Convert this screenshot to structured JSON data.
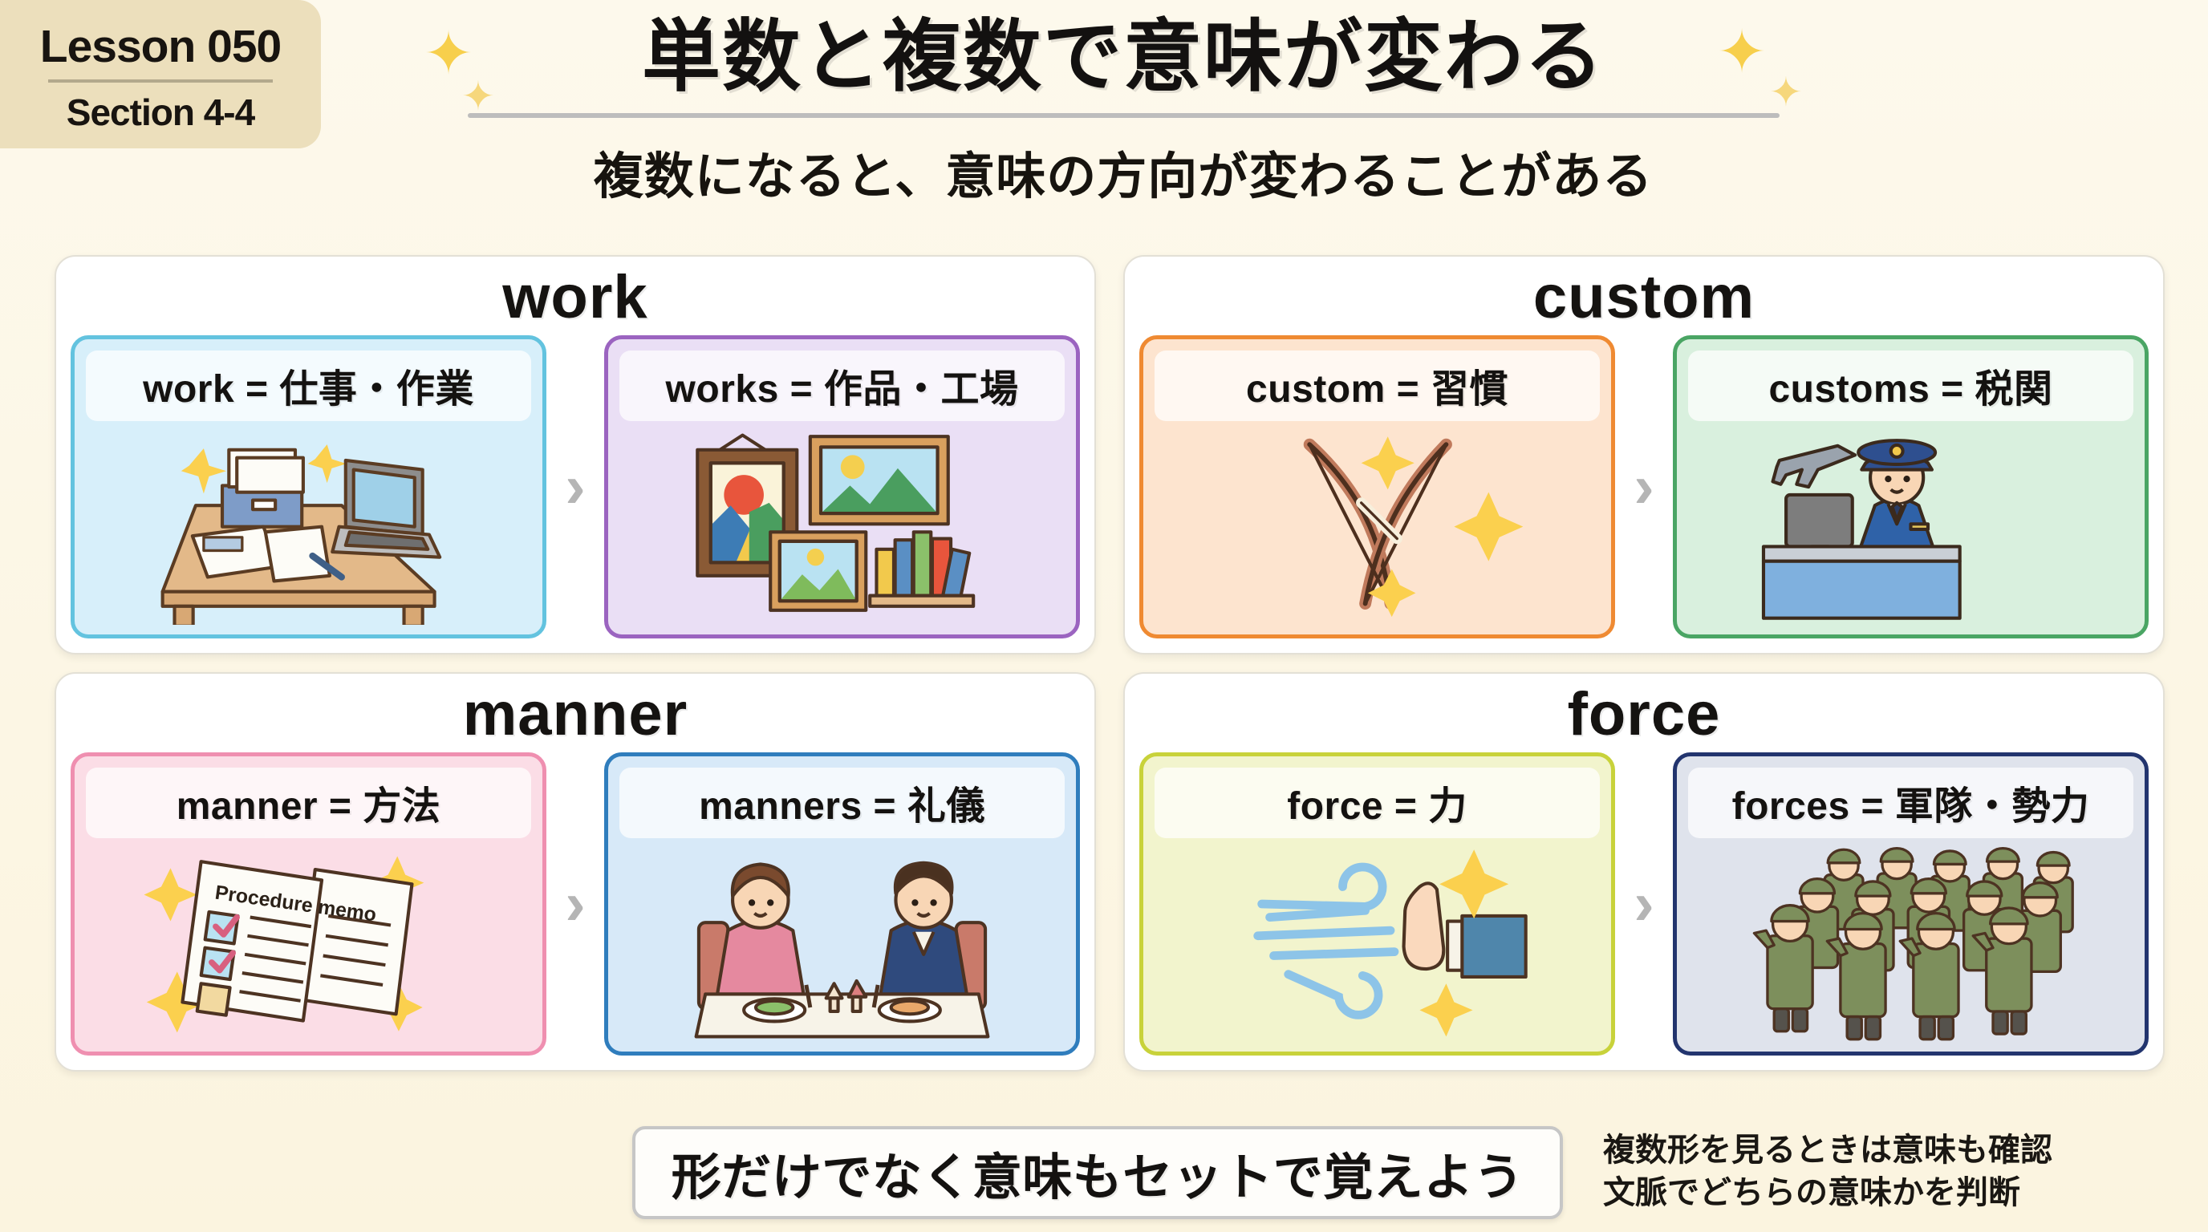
{
  "badge": {
    "lesson": "Lesson 050",
    "section": "Section 4-4"
  },
  "header": {
    "title": "単数と複数で意味が変わる",
    "subtitle": "複数になると、意味の方向が変わることがある",
    "sparkle_icon": "✦"
  },
  "separator": {
    "chevron": "›"
  },
  "cards": [
    {
      "headword": "work",
      "singular": {
        "label": "work = 仕事・作業",
        "theme": "th-blue",
        "art": "desk-with-laptop-and-documents"
      },
      "plural": {
        "label": "works = 作品・工場",
        "theme": "th-purple",
        "art": "framed-artworks-and-books"
      }
    },
    {
      "headword": "custom",
      "singular": {
        "label": "custom = 習慣",
        "theme": "th-orange",
        "art": "crossed-bows"
      },
      "plural": {
        "label": "customs = 税関",
        "theme": "th-green",
        "art": "customs-officer-at-desk-with-airplane"
      }
    },
    {
      "headword": "manner",
      "singular": {
        "label": "manner = 方法",
        "theme": "th-pink",
        "art": "procedure-memo-documents",
        "memo_title": "Procedure memo"
      },
      "plural": {
        "label": "manners = 礼儀",
        "theme": "th-sky",
        "art": "couple-dining-at-table"
      }
    },
    {
      "headword": "force",
      "singular": {
        "label": "force = 力",
        "theme": "th-lime",
        "art": "wind-blowing-against-hand"
      },
      "plural": {
        "label": "forces = 軍隊・勢力",
        "theme": "th-navy",
        "art": "saluting-soldiers-formation"
      }
    }
  ],
  "footer": {
    "banner": "形だけでなく意味もセットで覚えよう",
    "note_line1": "複数形を見るときは意味も確認",
    "note_line2": "文脈でどちらの意味かを判断"
  },
  "colors": {
    "page_bg": "#fdf8e8",
    "badge_bg": "#ecdfbc",
    "sparkle": "#f7cf4c",
    "chevron": "#b5b5b5",
    "blue": "#63c3df",
    "purple": "#9b64c0",
    "orange": "#ef8a32",
    "green": "#4aa564",
    "pink": "#ef8fb0",
    "sky": "#2f7dbd",
    "lime": "#c8d23a",
    "navy": "#22346e"
  }
}
